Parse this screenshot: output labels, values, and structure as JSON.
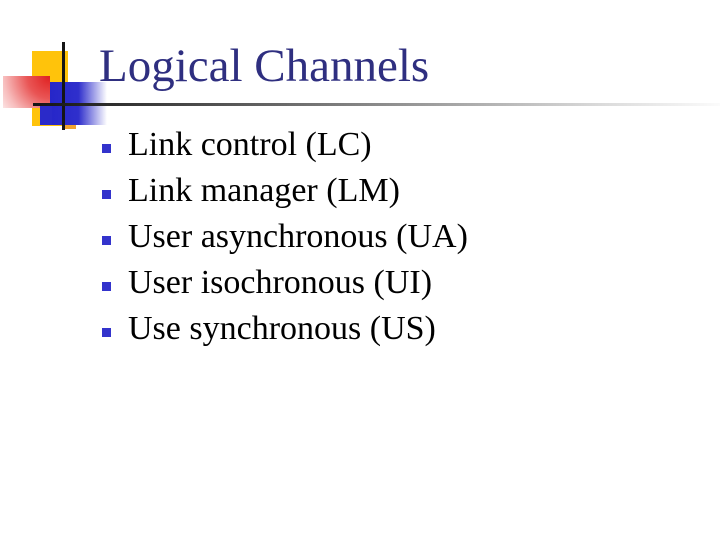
{
  "slide": {
    "title": "Logical Channels",
    "bullets": [
      "Link control (LC)",
      "Link manager (LM)",
      "User asynchronous (UA)",
      "User isochronous (UI)",
      "Use synchronous (US)"
    ]
  },
  "colors": {
    "background": "#FFFFFF",
    "title_text": "#2F2F80",
    "body_text": "#000000",
    "bullet_square": "#3333CC",
    "deco_yellow": "#FFC30B",
    "deco_red": "#DF1F1F",
    "deco_blue": "#2A2AC9",
    "deco_orange": "#EFA32F",
    "divider_dark": "#141414",
    "divider_light": "#FBFBFB"
  }
}
